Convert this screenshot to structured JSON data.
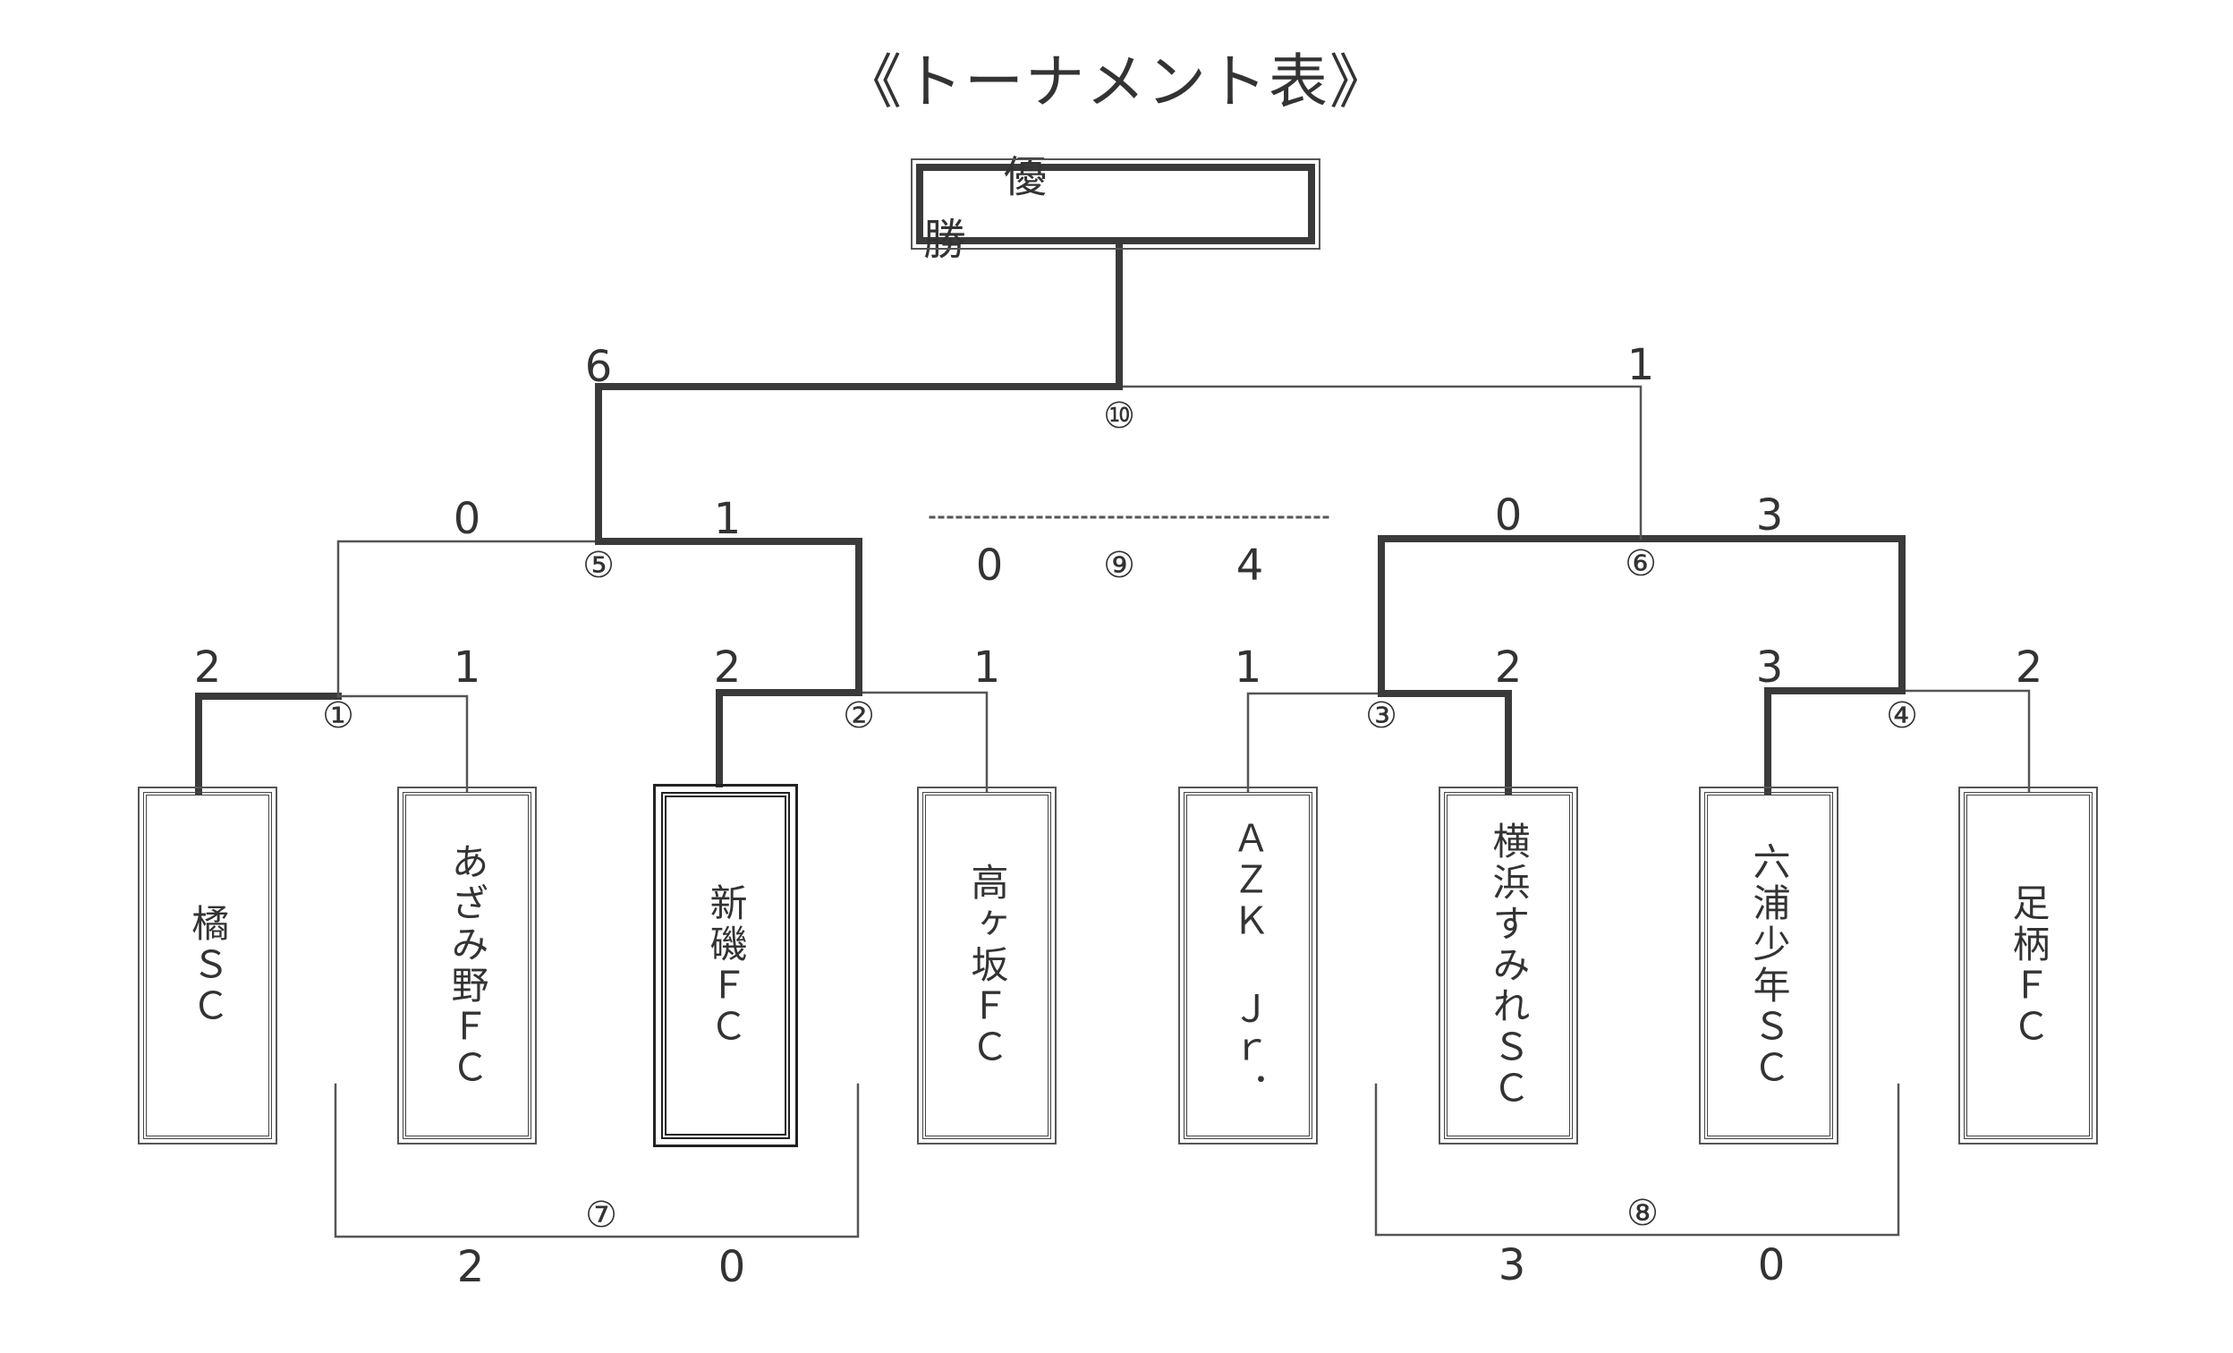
{
  "title": "《トーナメント表》",
  "champion_label": "優　勝",
  "teams": [
    "橘ＳＣ",
    "あざみ野ＦＣ",
    "新磯ＦＣ",
    "高ヶ坂ＦＣ",
    "ＡＺＫ Ｊｒ．",
    "横浜すみれＳＣ",
    "六浦少年ＳＣ",
    "足柄ＦＣ"
  ],
  "round1": [
    {
      "no": "①",
      "score_left": "2",
      "score_right": "1"
    },
    {
      "no": "②",
      "score_left": "2",
      "score_right": "1"
    },
    {
      "no": "③",
      "score_left": "1",
      "score_right": "2"
    },
    {
      "no": "④",
      "score_left": "3",
      "score_right": "2"
    }
  ],
  "semis": [
    {
      "no": "⑤",
      "score_left": "0",
      "score_right": "1"
    },
    {
      "no": "⑥",
      "score_left": "0",
      "score_right": "3"
    }
  ],
  "final": {
    "no": "⑩",
    "score_left": "6",
    "score_right": "1"
  },
  "third_place": {
    "no": "⑨",
    "score_left": "0",
    "score_right": "4"
  },
  "consolation": [
    {
      "no": "⑦",
      "score_left": "2",
      "score_right": "0"
    },
    {
      "no": "⑧",
      "score_left": "3",
      "score_right": "0"
    }
  ],
  "colors": {
    "line": "#3a3a3a",
    "thin": "#555555"
  }
}
